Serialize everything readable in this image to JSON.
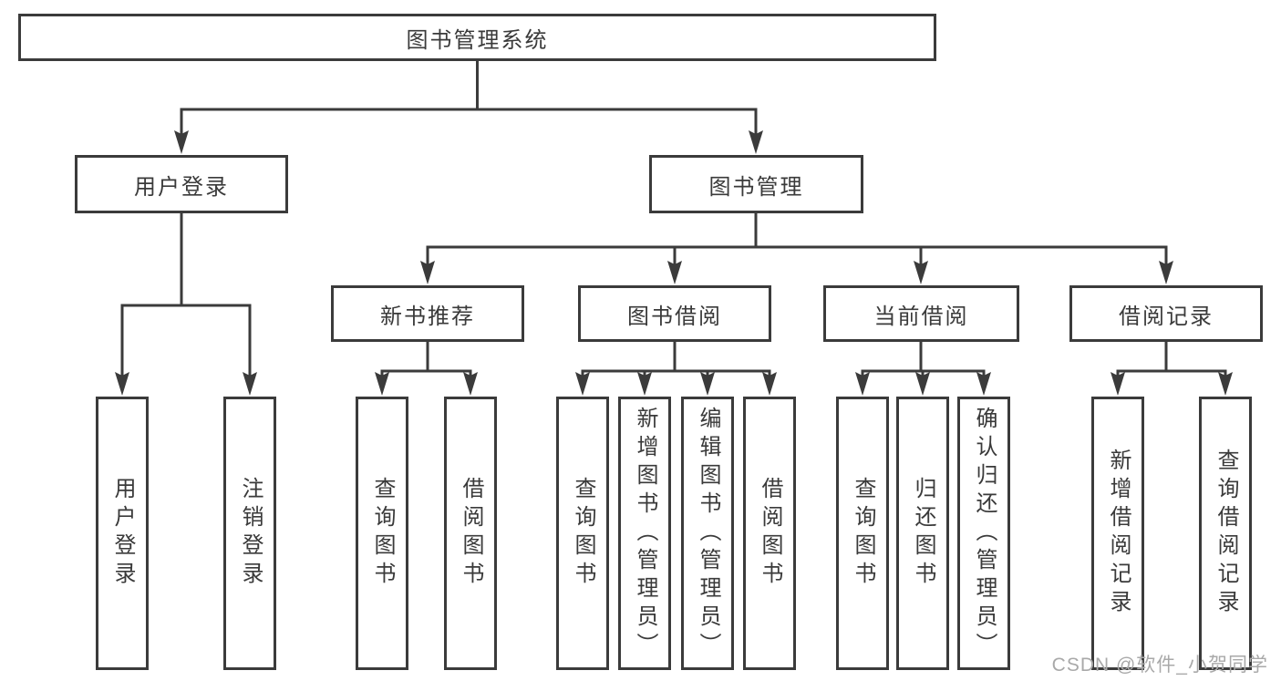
{
  "colors": {
    "line": "#3b3b3b",
    "text": "#3a3a3a",
    "box_background": "#ffffff",
    "watermark": "#a9a9a9"
  },
  "root": {
    "label": "图书管理系统"
  },
  "level2": [
    {
      "label": "用户登录"
    },
    {
      "label": "图书管理"
    }
  ],
  "level3": [
    {
      "label": "新书推荐"
    },
    {
      "label": "图书借阅"
    },
    {
      "label": "当前借阅"
    },
    {
      "label": "借阅记录"
    }
  ],
  "leaves": [
    {
      "label": "用户登录"
    },
    {
      "label": "注销登录"
    },
    {
      "label": "查询图书"
    },
    {
      "label": "借阅图书"
    },
    {
      "label": "查询图书"
    },
    {
      "label": "新增图书（管理员）"
    },
    {
      "label": "编辑图书（管理员）"
    },
    {
      "label": "借阅图书"
    },
    {
      "label": "查询图书"
    },
    {
      "label": "归还图书"
    },
    {
      "label": "确认归还（管理员）"
    },
    {
      "label": "新增借阅记录"
    },
    {
      "label": "查询借阅记录"
    }
  ],
  "hierarchy": {
    "图书管理系统": {
      "用户登录": [
        "用户登录",
        "注销登录"
      ],
      "图书管理": {
        "新书推荐": [
          "查询图书",
          "借阅图书"
        ],
        "图书借阅": [
          "查询图书",
          "新增图书（管理员）",
          "编辑图书（管理员）",
          "借阅图书"
        ],
        "当前借阅": [
          "查询图书",
          "归还图书",
          "确认归还（管理员）"
        ],
        "借阅记录": [
          "新增借阅记录",
          "查询借阅记录"
        ]
      }
    }
  },
  "watermark": "CSDN @软件_小贺同学"
}
